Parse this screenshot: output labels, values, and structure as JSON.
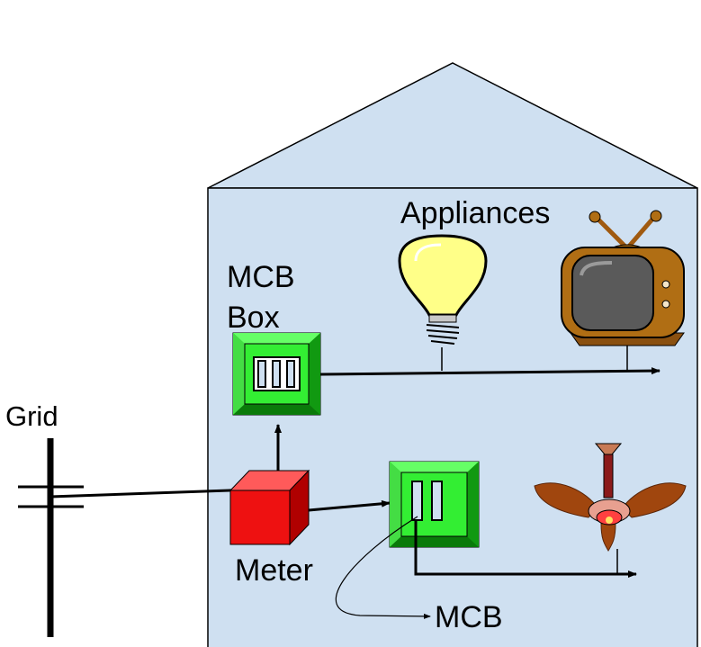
{
  "labels": {
    "grid": "Grid",
    "appliances": "Appliances",
    "mcb_box_line1": "MCB",
    "mcb_box_line2": "Box",
    "meter": "Meter",
    "mcb": "MCB"
  },
  "icons": {
    "appliances": [
      "light-bulb-icon",
      "television-icon",
      "ceiling-fan-icon"
    ]
  },
  "colors": {
    "house_fill": "#cfe0f1",
    "mcb_green": "#33ee33",
    "meter_red": "#ee1111",
    "tv_brown": "#b06e14",
    "bulb_yellow": "#ffff88",
    "fan_brown": "#a0460e"
  }
}
